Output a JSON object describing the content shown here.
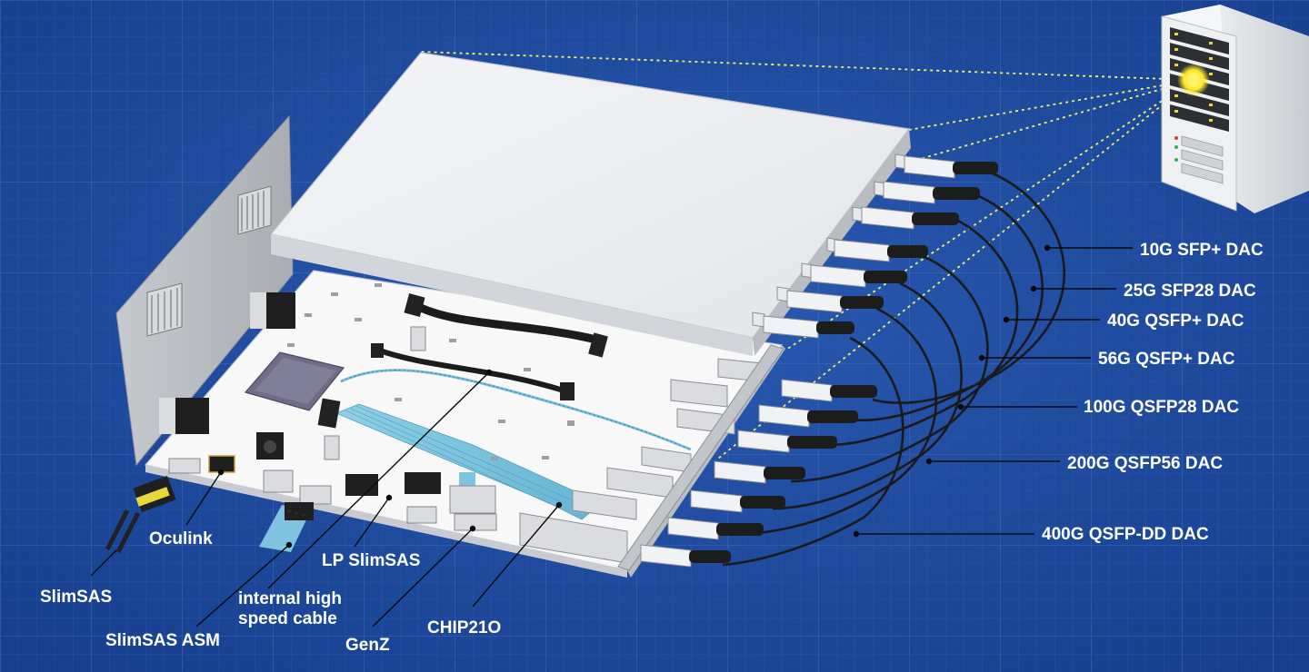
{
  "diagram": {
    "colors": {
      "background": "#1f4b9f",
      "grid": "#3d66b5",
      "cover": "#eceef0",
      "board": "#f7f7f7",
      "cable": "#1a1a1a",
      "leader_line": "#0a0a0a",
      "guide_line": "#f2f06b",
      "flex_cable": "#7fc3de",
      "label_text": "#ffffff"
    },
    "right_labels": [
      {
        "id": "sfp-10g",
        "text": "10G SFP+ DAC"
      },
      {
        "id": "sfp28-25g",
        "text": "25G SFP28 DAC"
      },
      {
        "id": "qsfp-40g",
        "text": "40G QSFP+ DAC"
      },
      {
        "id": "qsfp-56g",
        "text": "56G QSFP+ DAC"
      },
      {
        "id": "qsfp28-100g",
        "text": "100G QSFP28 DAC"
      },
      {
        "id": "qsfp56-200g",
        "text": "200G QSFP56 DAC"
      },
      {
        "id": "qsfpdd-400g",
        "text": "400G QSFP-DD DAC"
      }
    ],
    "bottom_labels": [
      {
        "id": "oculink",
        "text": "Oculink"
      },
      {
        "id": "slimsas",
        "text": "SlimSAS"
      },
      {
        "id": "slimsas-asm",
        "text": "SlimSAS ASM"
      },
      {
        "id": "internal-cable",
        "text": "internal high\nspeed cable"
      },
      {
        "id": "lp-slimsas",
        "text": "LP SlimSAS"
      },
      {
        "id": "genz",
        "text": "GenZ"
      },
      {
        "id": "chip21o",
        "text": "CHIP21O"
      }
    ]
  }
}
